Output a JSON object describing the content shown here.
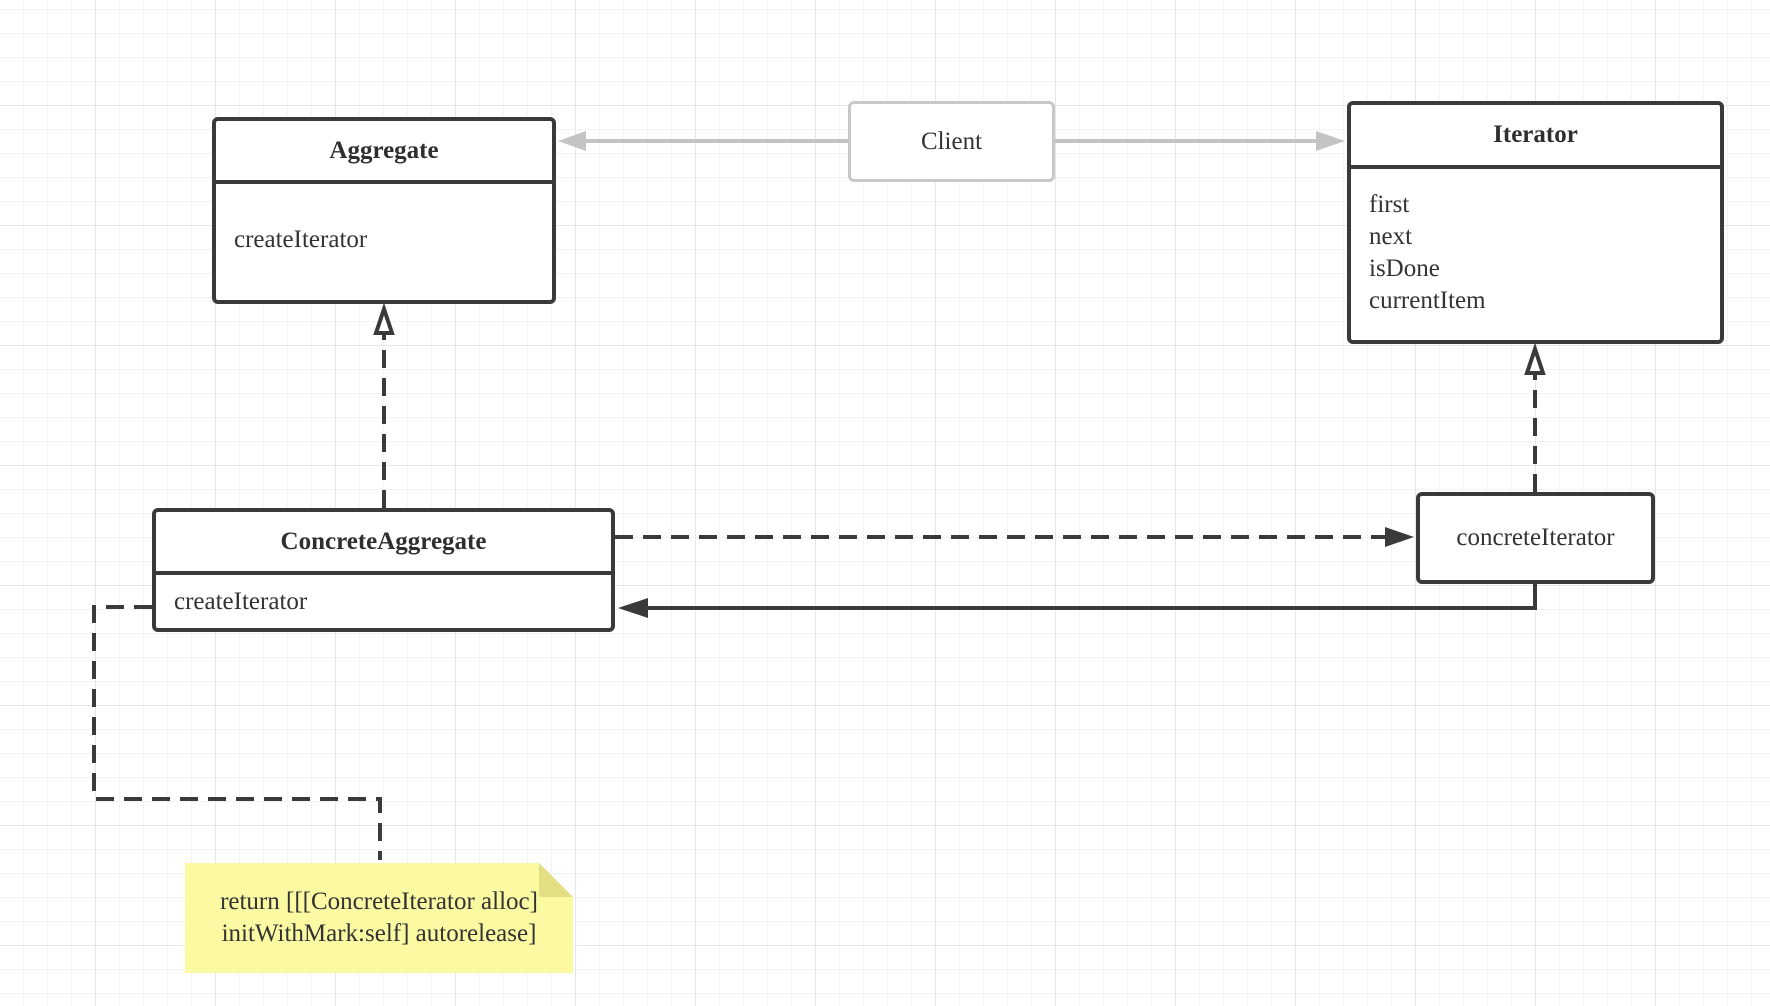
{
  "diagram": {
    "aggregate": {
      "name": "Aggregate",
      "operations": [
        "createIterator"
      ]
    },
    "iterator": {
      "name": "Iterator",
      "operations": [
        "first",
        "next",
        "isDone",
        "currentItem"
      ]
    },
    "client": {
      "label": "Client"
    },
    "concrete_aggregate": {
      "name": "ConcreteAggregate",
      "operations": [
        "createIterator"
      ]
    },
    "concrete_iterator": {
      "label": "concreteIterator"
    },
    "note": {
      "lines": [
        "return [[[ConcreteIterator alloc]",
        "initWithMark:self] autorelease]"
      ]
    }
  },
  "colors": {
    "border": "#3a3a3a",
    "client_border": "#c8c8c8",
    "client_arrow": "#c4c4c4",
    "note_fill": "#fbf9a2",
    "grid": "#e6e6e6"
  }
}
